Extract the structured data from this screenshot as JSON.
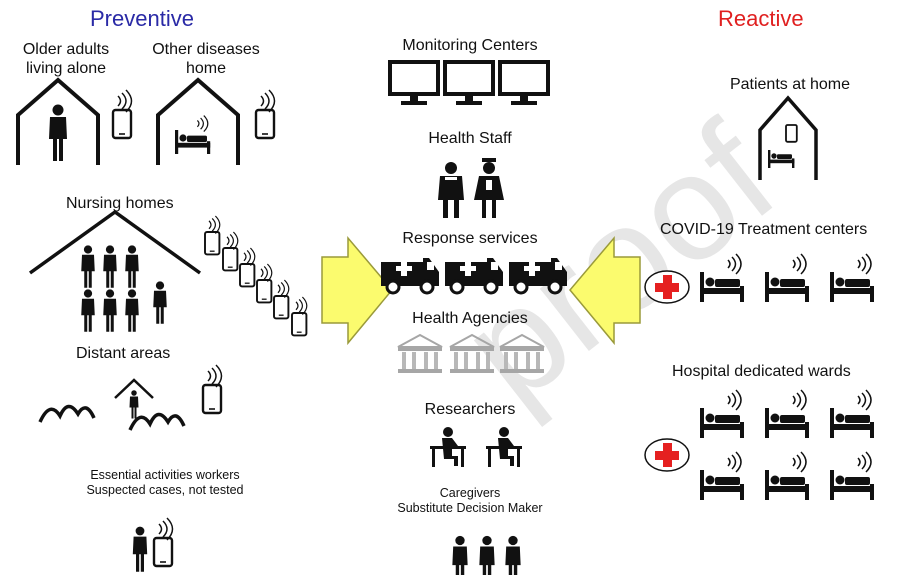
{
  "headings": {
    "left": "Preventive",
    "right": "Reactive"
  },
  "heading_colors": {
    "left": "#2a2aa6",
    "right": "#e02020"
  },
  "preventive": {
    "older_adults": "Older adults\nliving alone",
    "other_diseases": "Other diseases\nhome",
    "nursing_homes": "Nursing homes",
    "distant_areas": "Distant areas",
    "essential_workers": "Essential activities workers\nSuspected cases, not tested"
  },
  "center": {
    "monitoring": "Monitoring Centers",
    "health_staff": "Health Staff",
    "response": "Response services",
    "agencies": "Health Agencies",
    "researchers": "Researchers",
    "caregivers": "Caregivers\nSubstitute Decision Maker"
  },
  "reactive": {
    "patients_home": "Patients at home",
    "treatment_centers": "COVID-19 Treatment centers",
    "hospital_wards": "Hospital dedicated wards"
  },
  "watermark": "proof",
  "icons": [
    "house-icon",
    "person-icon",
    "smartphone-icon",
    "bed-icon",
    "monitor-icon",
    "doctor-icon",
    "nurse-icon",
    "ambulance-icon",
    "bank-icon",
    "researcher-desk-icon",
    "red-cross-icon",
    "mountain-icon",
    "arrow-right-icon",
    "arrow-left-icon"
  ],
  "colors": {
    "arrow_fill": "#fbfb6e",
    "arrow_stroke": "#9a9a3a",
    "cross_red": "#e52020",
    "agency_gray": "#a6a6a6"
  }
}
